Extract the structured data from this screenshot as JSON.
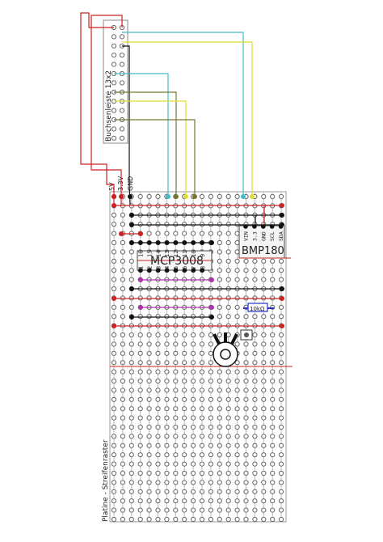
{
  "header_label": "Buchsenleiste 13x2",
  "board_label": "Platine - Streifenraster",
  "power_labels": [
    "5V",
    "3.3V",
    "GND"
  ],
  "adc": {
    "name": "MCP3008",
    "pins_top": [
      "16",
      "15",
      "14",
      "13",
      "12",
      "11",
      "10",
      "9"
    ],
    "pins_bottom": [
      "1",
      "2",
      "3",
      "4",
      "5",
      "6",
      "7",
      "8"
    ]
  },
  "sensor": {
    "name": "BMP180",
    "pins": [
      "VIN",
      "3.3",
      "GND",
      "SCL",
      "SDA"
    ]
  },
  "resistor_label": "10kΩ",
  "colors": {
    "board_line": "#bbbbbb",
    "hole": "#666666",
    "red": "#cc2222",
    "black": "#111111",
    "cyan": "#44bbcc",
    "yellow": "#dddd33",
    "olive": "#777733",
    "purple": "#aa33aa",
    "blue": "#2233cc"
  }
}
